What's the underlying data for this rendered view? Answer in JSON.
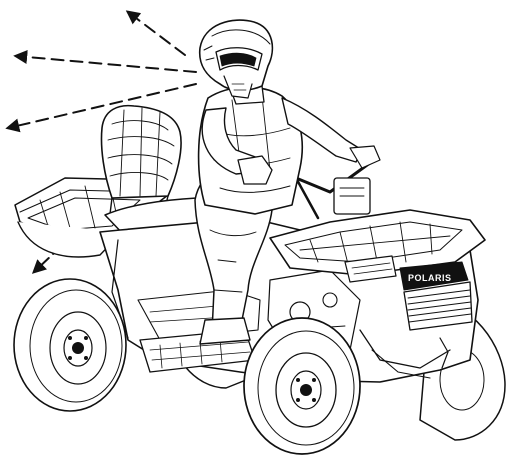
{
  "illustration": {
    "subject": "atv-rider-look-behind",
    "brand_text": "POLARIS",
    "sight_arrows": [
      "up-left",
      "left",
      "down-left",
      "rear-down"
    ],
    "colors": {
      "ink": "#111111",
      "paper": "#ffffff"
    }
  }
}
